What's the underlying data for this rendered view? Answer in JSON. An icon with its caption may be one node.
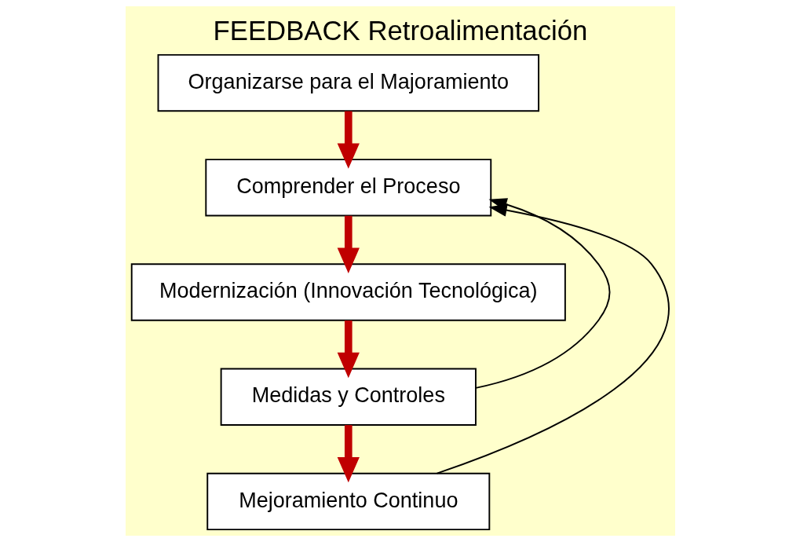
{
  "diagram": {
    "title": "FEEDBACK Retroalimentación",
    "nodes": [
      {
        "text": [
          "Organizarse para el Majoramiento"
        ]
      },
      {
        "text": [
          "Comprender el Proceso"
        ]
      },
      {
        "text": [
          "Modernización (Innovación Tecnológica)"
        ]
      },
      {
        "text": [
          "Medidas y Controles"
        ]
      },
      {
        "text": [
          "Mejoramiento Continuo"
        ]
      }
    ],
    "edges": [
      {
        "from": 0,
        "to": 1,
        "arrow": "to"
      },
      {
        "from": 1,
        "to": 2,
        "arrow": "to"
      },
      {
        "from": 2,
        "to": 3,
        "arrow": "to"
      },
      {
        "from": 3,
        "to": 4,
        "arrow": "to"
      },
      {
        "from": 4,
        "to": 1,
        "arrow": "to",
        "color": "#000000"
      },
      {
        "from": 3,
        "to": 1,
        "arrow": "to",
        "color": "#000000"
      }
    ]
  }
}
